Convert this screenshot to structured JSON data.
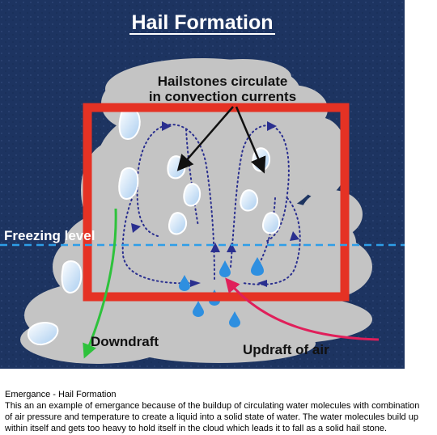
{
  "diagram": {
    "title": "Hail Formation",
    "callout_line1": "Hailstones circulate",
    "callout_line2": "in convection currents",
    "freezing_label": "Freezing level",
    "downdraft_label": "Downdraft",
    "updraft_label": "Updraft of air",
    "colors": {
      "sky": "#1d3461",
      "cloud": "#c4c4c4",
      "frame": "#e53224",
      "freezing_line": "#2e9ee8",
      "downdraft_arrow": "#2ec23c",
      "updraft_arrow": "#e01f5a",
      "current_dots": "#2a2f8f",
      "hailstone": "#bfdcf5",
      "raindrop": "#2e8fe0"
    },
    "icons": [
      "hailstone-icon",
      "raindrop-icon"
    ]
  },
  "caption": {
    "heading": "Emergance -  Hail Formation",
    "line1": "This an an example of emergance because of the buildup of circulating water molecules with combination",
    "line2": "of air pressure and temperature to create a liquid into a solid state of water. The water molecules build up",
    "line3": "within itself and gets too heavy to hold itself in the cloud which leads it to fall as a solid hail stone."
  }
}
